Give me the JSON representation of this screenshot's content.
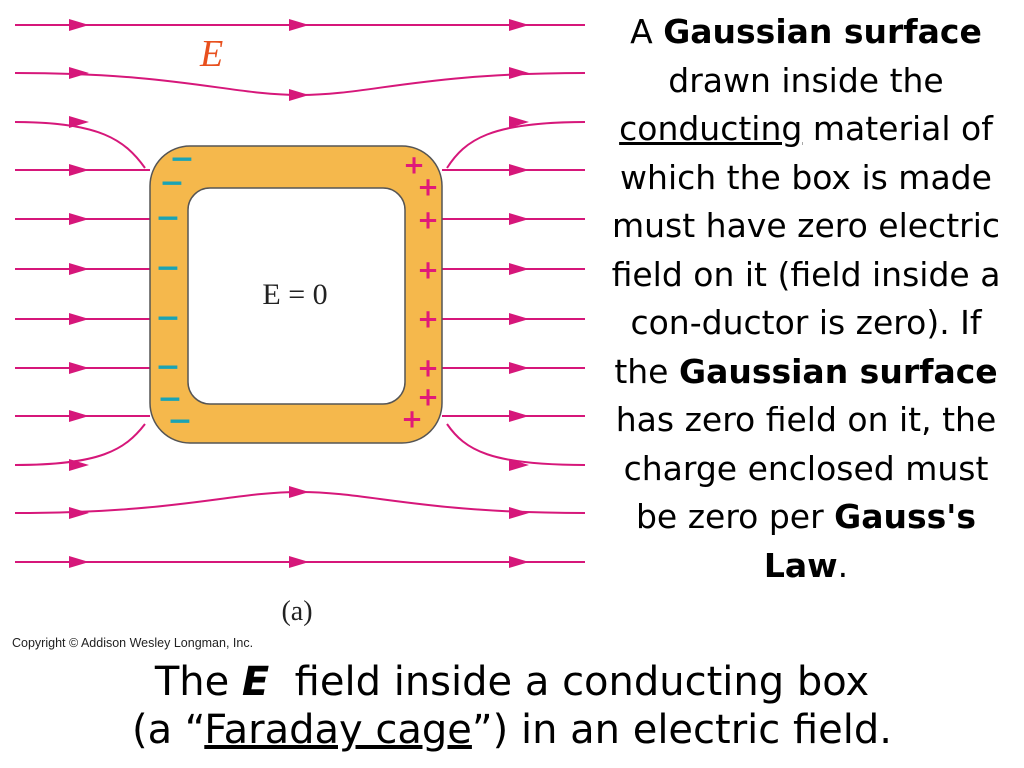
{
  "diagram": {
    "field_label": "E",
    "inside_label": "E = 0",
    "panel_label": "(a)",
    "negative_sign": "−",
    "positive_sign": "+",
    "colors": {
      "field_line": "#d6177a",
      "conductor": "#f5b84c",
      "conductor_edge": "#555555",
      "negative": "#1aa3b5",
      "positive": "#e0197a",
      "field_label": "#e8501e"
    }
  },
  "copyright": "Copyright © Addison Wesley Longman, Inc.",
  "side_text": {
    "p1": "A ",
    "b1": "Gaussian surface",
    "p2": " drawn inside the ",
    "u1": "conducting",
    "p3": " material of which the box is made must have zero electric field on it (field inside a con-ductor is zero).  If the ",
    "b2": "Gaussian surface",
    "p4": " has zero field on it, the charge enclosed must be zero per ",
    "b3": "Gauss's Law",
    "p5": "."
  },
  "caption": {
    "line1_pre": "The ",
    "line1_e": "E",
    "line1_post": "  field inside a conducting box",
    "line2_pre": "(a “",
    "line2_u": "Faraday cage",
    "line2_post": "”) in an electric field."
  }
}
